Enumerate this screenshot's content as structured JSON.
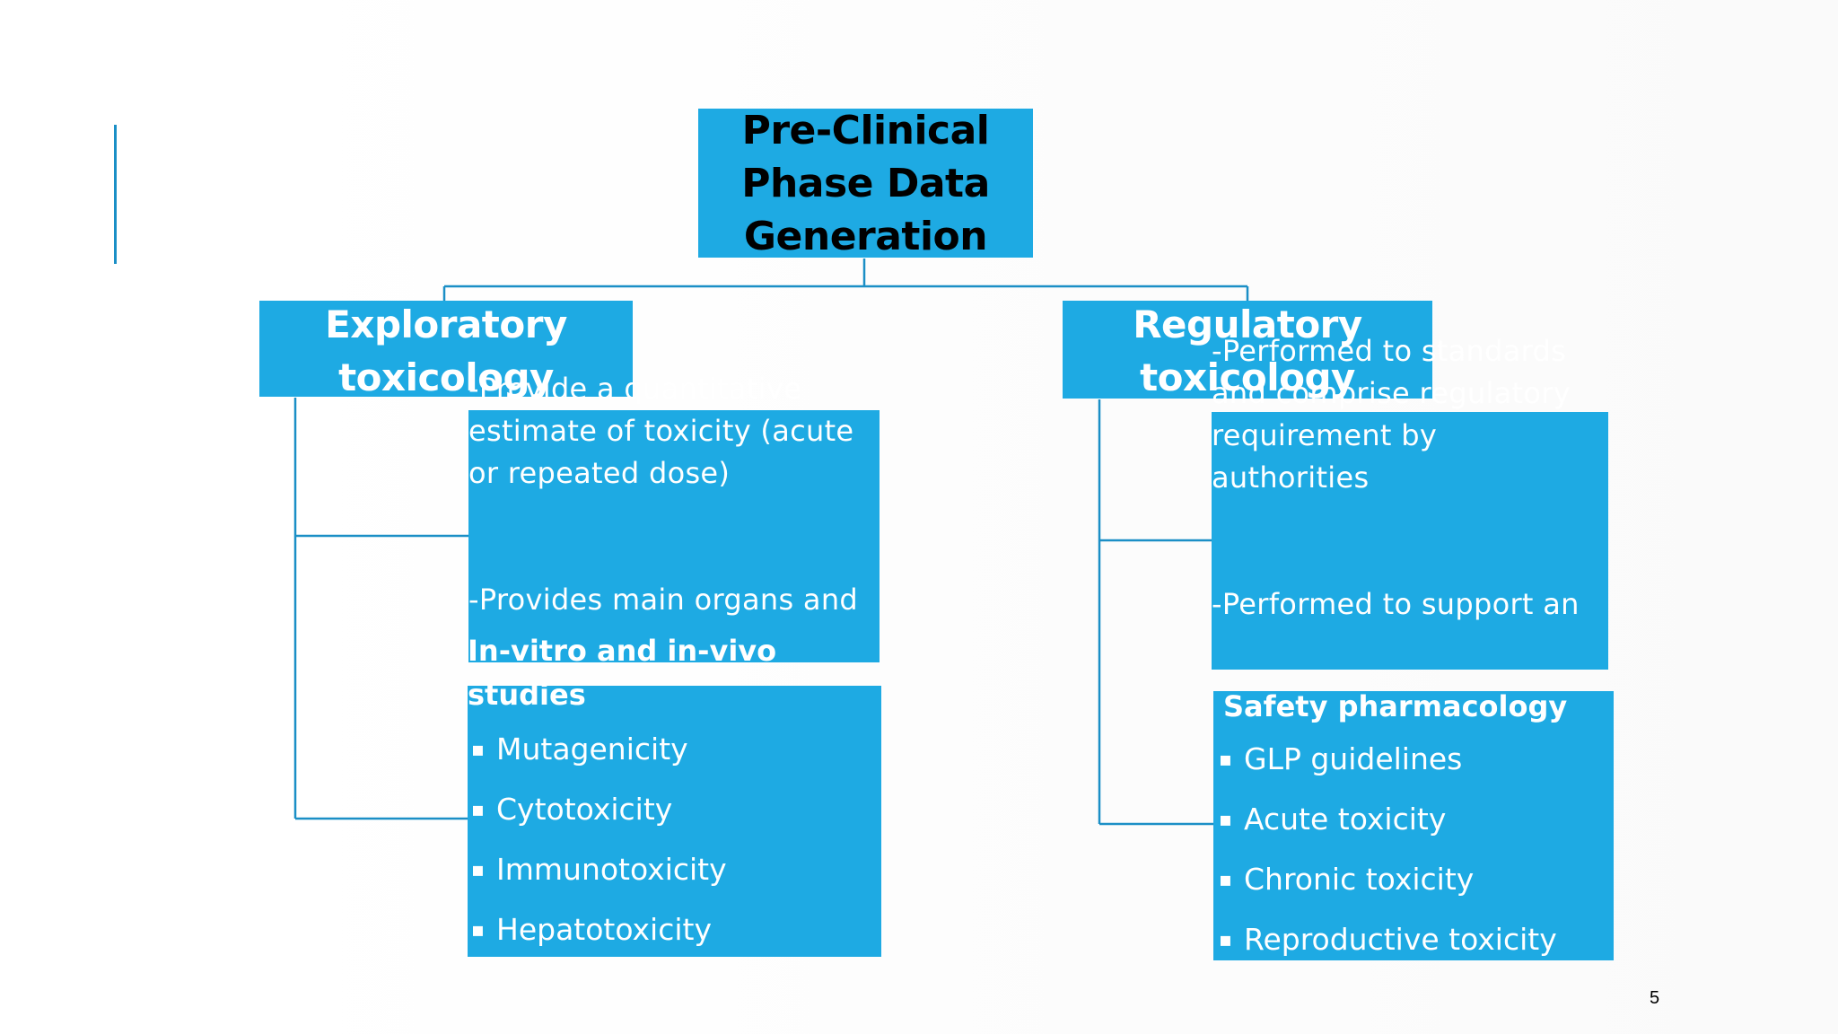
{
  "root": {
    "title": "Pre-Clinical Phase Data Generation"
  },
  "exploratory": {
    "title": "Exploratory toxicology",
    "description": "-Provide a quantitative estimate of toxicity (acute or repeated dose)\n\n\n-Provides main organs and",
    "studies": {
      "title": "In-vitro and in-vivo studies",
      "items": [
        "Mutagenicity",
        "Cytotoxicity",
        "Immunotoxicity",
        "Hepatotoxicity"
      ]
    }
  },
  "regulatory": {
    "title": "Regulatory toxicology",
    "description": "-Performed to standards and comprise regulatory requirement by authorities\n\n\n-Performed to support an",
    "studies": {
      "title": "Safety pharmacology",
      "items": [
        "GLP guidelines",
        "Acute toxicity",
        "Chronic toxicity",
        "Reproductive toxicity"
      ]
    }
  },
  "page_number": "5",
  "colors": {
    "box_fill": "#1eaae3",
    "connector": "#1b8fc6",
    "accent": "#1b8fc6"
  }
}
